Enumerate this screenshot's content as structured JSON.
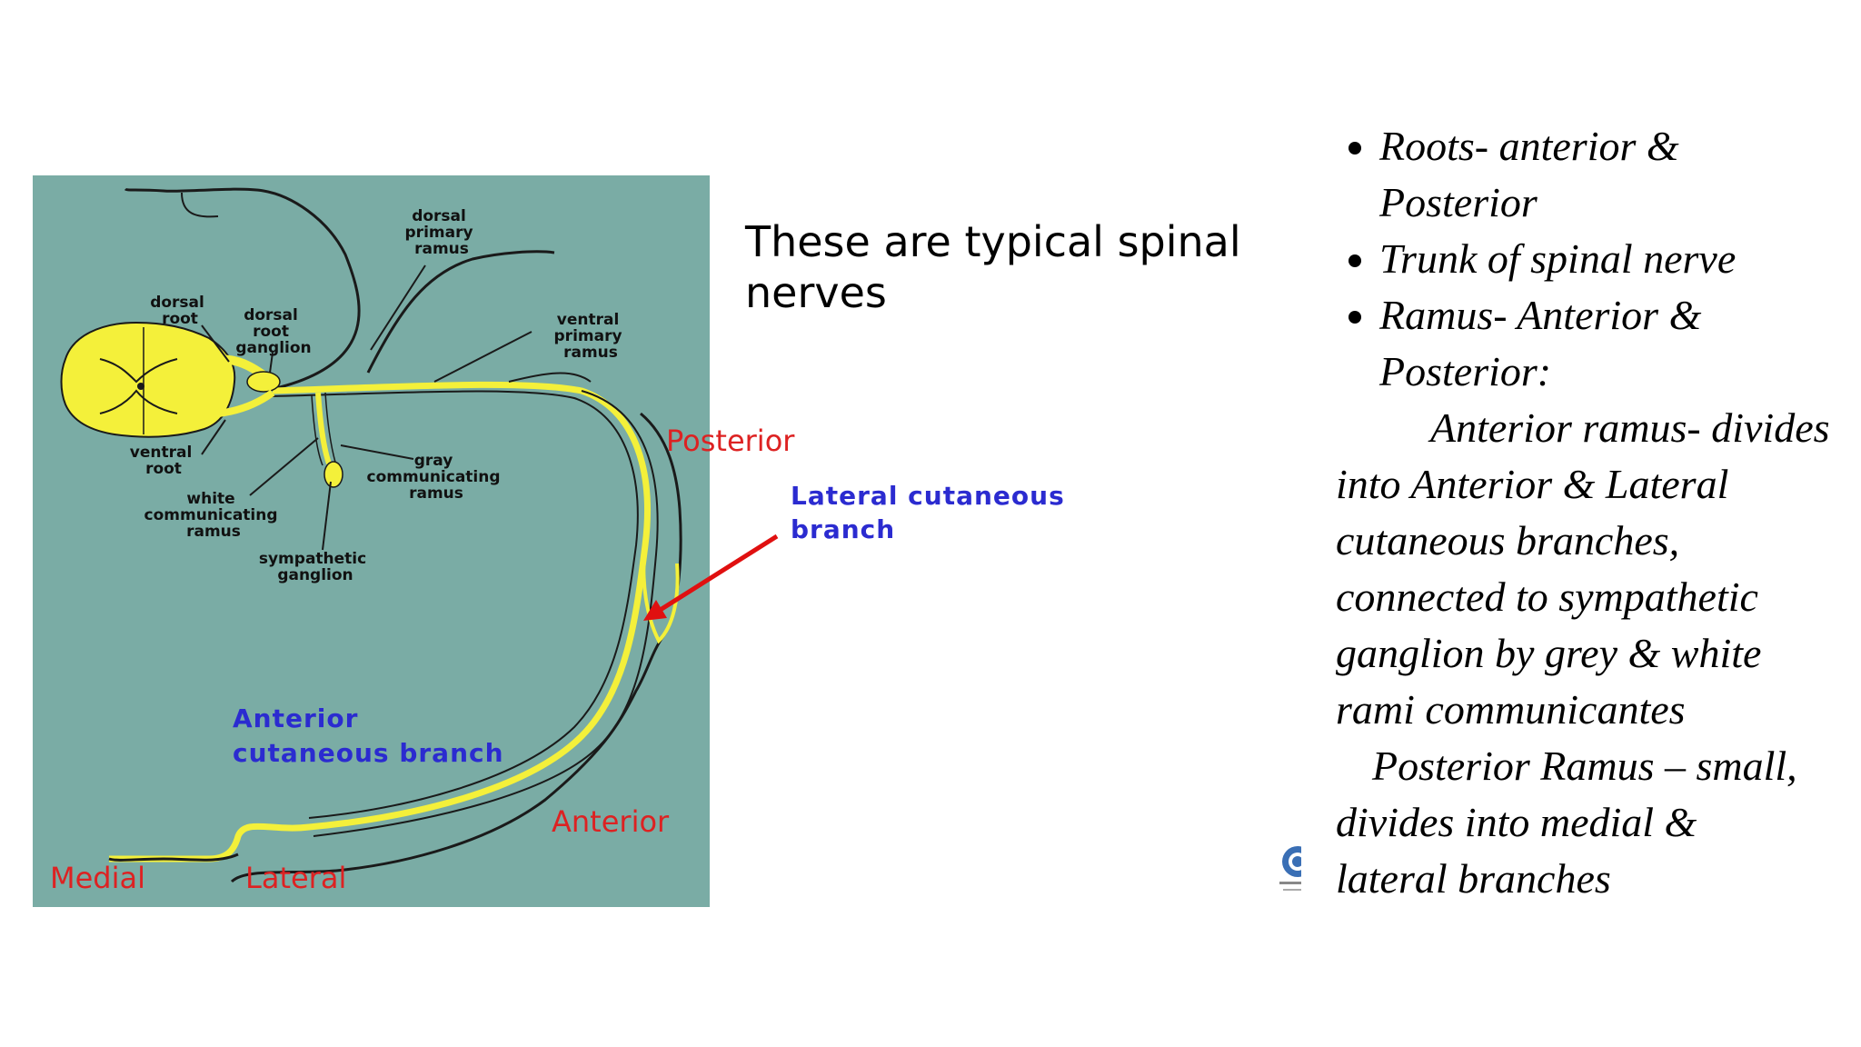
{
  "caption": {
    "line1": "These are typical spinal",
    "line2": "nerves"
  },
  "diagram_labels": {
    "dorsal_primary_ramus": [
      "dorsal",
      "primary",
      "ramus"
    ],
    "dorsal_root": [
      "dorsal",
      "root"
    ],
    "dorsal_root_ganglion": [
      "dorsal",
      "root",
      "ganglion"
    ],
    "ventral_primary_ramus": [
      "ventral",
      "primary",
      "ramus"
    ],
    "ventral_root": [
      "ventral",
      "root"
    ],
    "gray_communicating_ramus": [
      "gray",
      "communicating",
      "ramus"
    ],
    "white_communicating_ramus": [
      "white",
      "communicating",
      "ramus"
    ],
    "sympathetic_ganglion": [
      "sympathetic",
      "ganglion"
    ]
  },
  "directions": {
    "posterior": "Posterior",
    "anterior": "Anterior",
    "medial": "Medial",
    "lateral": "Lateral"
  },
  "branches": {
    "lateral_cutaneous": [
      "Lateral cutaneous",
      "branch"
    ],
    "anterior_cutaneous": [
      "Anterior",
      "cutaneous branch"
    ]
  },
  "notes": {
    "bullets": [
      {
        "line1": "Roots- anterior  &",
        "line2": "Posterior"
      },
      {
        "line1": "Trunk of spinal nerve"
      },
      {
        "line1": "Ramus- Anterior &",
        "line2": "Posterior:"
      }
    ],
    "anterior_paragraph": [
      "Anterior ramus- divides",
      "into Anterior & Lateral",
      "cutaneous branches,",
      "connected to sympathetic",
      "ganglion by grey & white",
      "rami  communicantes"
    ],
    "posterior_paragraph": [
      "Posterior Ramus – small,",
      "divides into medial &",
      "lateral branches"
    ]
  },
  "colors": {
    "panel": "#7aaca5",
    "nerve": "#f4f03a",
    "direction_red": "#dd2222",
    "branch_blue": "#2b2bd0",
    "arrow_red": "#e01010"
  },
  "icons": [
    "spinal-cord-section-icon",
    "logo-seal-icon"
  ]
}
